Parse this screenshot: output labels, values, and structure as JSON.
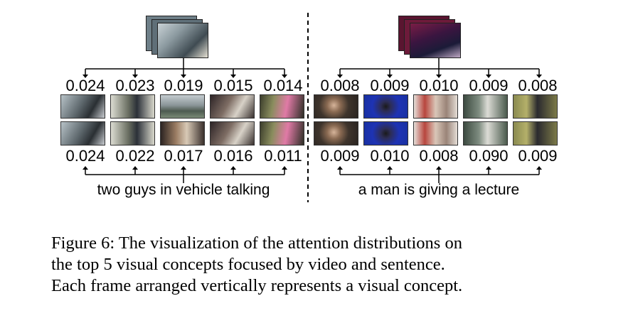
{
  "left": {
    "top_scores": [
      "0.024",
      "0.023",
      "0.019",
      "0.015",
      "0.014"
    ],
    "bottom_scores": [
      "0.024",
      "0.022",
      "0.017",
      "0.016",
      "0.011"
    ],
    "label": "two guys in vehicle talking",
    "frame_colors": [
      "#6f7880",
      "#8a8f82",
      "#7d8c8c",
      "#6a5f60",
      "#5d5f48"
    ]
  },
  "right": {
    "top_scores": [
      "0.008",
      "0.009",
      "0.010",
      "0.009",
      "0.008"
    ],
    "bottom_scores": [
      "0.009",
      "0.010",
      "0.008",
      "0.090",
      "0.009"
    ],
    "label": "a man is giving a lecture",
    "frame_colors": [
      "#4b4036",
      "#1d2fa0",
      "#b9a89c",
      "#4a5a4c",
      "#6d6a3e"
    ]
  },
  "caption": {
    "line1": "Figure 6: The visualization of the attention distributions on",
    "line2": "the top 5 visual concepts focused by video and sentence.",
    "line3": "Each frame arranged vertically represents a visual concept."
  }
}
